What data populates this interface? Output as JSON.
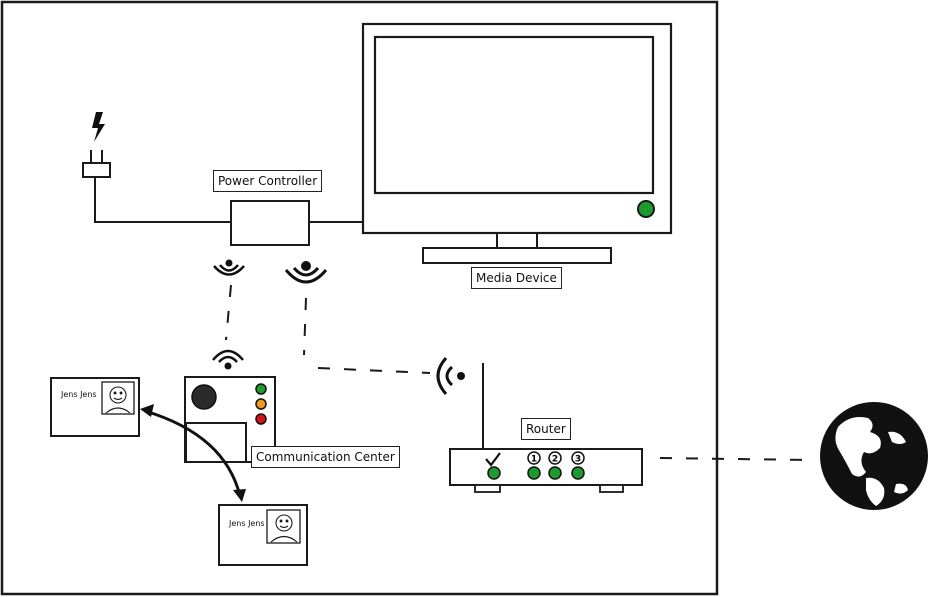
{
  "labels": {
    "power_controller": "Power Controller",
    "media_device": "Media Device",
    "communication_center": "Communication Center",
    "router": "Router"
  },
  "contact_cards": [
    {
      "name": "Jens Jens"
    },
    {
      "name": "Jens Jens"
    }
  ],
  "router_ports": [
    "1",
    "2",
    "3"
  ],
  "colors": {
    "led_green": "#1e9b2f",
    "led_orange": "#f29a1a",
    "led_red": "#d3121a",
    "stroke": "#1a1a1a",
    "globe": "#111111"
  },
  "icons": {
    "power": "lightning-bolt-icon",
    "plug": "power-plug-icon",
    "wifi": "wireless-signal-icon",
    "check": "checkmark-icon",
    "globe": "globe-icon",
    "face": "user-face-icon"
  }
}
